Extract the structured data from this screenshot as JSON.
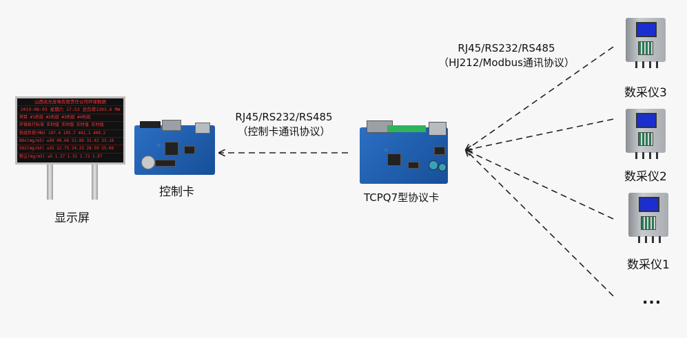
{
  "nodes": {
    "display": {
      "label": "显示屏"
    },
    "controller": {
      "label": "控制卡"
    },
    "protocol_card": {
      "label": "TCPQ7型协议卡"
    },
    "daq3": {
      "label": "数采仪3"
    },
    "daq2": {
      "label": "数采仪2"
    },
    "daq1": {
      "label": "数采仪1"
    },
    "more": {
      "label": "..."
    }
  },
  "links": {
    "card_to_controller": {
      "line1": "RJ45/RS232/RS485",
      "line2": "（控制卡通讯协议）"
    },
    "daq_to_card": {
      "line1": "RJ45/RS232/RS485",
      "line2": "（HJ212/Modbus通讯协议）"
    }
  },
  "led_screen": {
    "title": "山西兆光发电有限责任公司环保数据",
    "subtitle": "2019-08-03 星期六 17:53  总负荷1203.6 MW",
    "header": "项目    #1机组  #2机组  #3机组  #4机组",
    "rows": [
      "环保执行标准  实时值  实时值  实时值  实时值",
      "机组负荷(MW)  197.4  195.7  401.1  409.2",
      "NOx(mg/m3) ≤50  40.66  52.89  32.42  33.16",
      "SO2(mg/m3) ≤35  12.75  24.23  28.59  25.66",
      "粉尘(mg/m3) ≤5  1.37  1.32  1.72  1.97"
    ]
  },
  "colors": {
    "line": "#222222",
    "pcb": "#1e5fb0",
    "led_text": "#ff3434"
  }
}
